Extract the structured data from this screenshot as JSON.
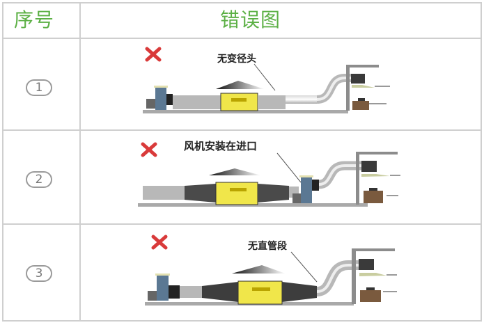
{
  "header": {
    "col1": "序号",
    "col2": "错误图"
  },
  "rows": [
    {
      "index": "1",
      "caption": "无变径头",
      "status_icon": "red-x-icon"
    },
    {
      "index": "2",
      "caption": "风机安装在进口",
      "status_icon": "red-x-icon"
    },
    {
      "index": "3",
      "caption": "无直管段",
      "status_icon": "red-x-icon"
    }
  ],
  "colors": {
    "header_text": "#5cb045",
    "error_mark": "#d93a3a",
    "purifier": "#f0e64a",
    "fan": "#5b7893",
    "duct": "#b8b8b8",
    "reducer": "#3d3d3d",
    "stove": "#7a5a3e"
  }
}
